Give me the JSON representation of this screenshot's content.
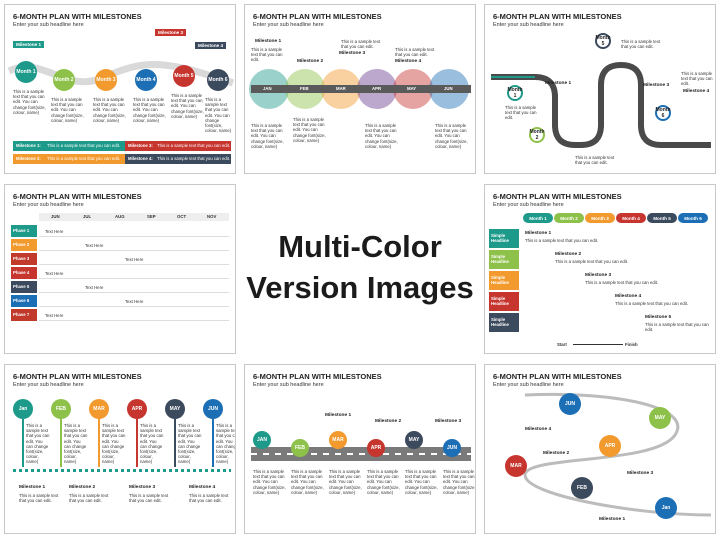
{
  "slide_title": "6-MONTH PLAN WITH MILESTONES",
  "slide_subtitle": "Enter your sub headline here",
  "center_text": [
    "Multi-Color",
    "Version Images"
  ],
  "sample": "This is a sample text that you can edit.",
  "sample_long": "This is a sample text that you can edit. You can change font(size, colour, name)",
  "month_words": [
    "Month 1",
    "Month 2",
    "Month 3",
    "Month 4",
    "Month 5",
    "Month 6"
  ],
  "month_abbr": [
    "JAN",
    "FEB",
    "MAR",
    "APR",
    "MAY",
    "JUN"
  ],
  "month_abbr_title": [
    "Jan",
    "FEB",
    "MAR",
    "APR",
    "MAY",
    "JUN"
  ],
  "months_b": [
    "JUN",
    "JUL",
    "AUG",
    "SEP",
    "OCT",
    "NOV"
  ],
  "milestones": [
    "Milestone 1",
    "Milestone 2",
    "Milestone 3",
    "Milestone 4",
    "Milestone 5"
  ],
  "phases": [
    "Phase 1",
    "Phase 2",
    "Phase 3",
    "Phase 4",
    "Phase 5",
    "Phase 6",
    "Phase 7"
  ],
  "text_here": "Text Here",
  "simple_headline": "Simple Headline",
  "start_label": "Start",
  "finish_label": "Finish",
  "slide1_legend": [
    {
      "label": "Milestone 1:",
      "text": "This is a sample text that you can edit."
    },
    {
      "label": "Milestone 2:",
      "text": "This is a sample text that you can edit."
    },
    {
      "label": "Milestone 3:",
      "text": "This is a sample text that you can edit."
    },
    {
      "label": "Milestone 4:",
      "text": "This is a sample text that you can edit."
    }
  ],
  "colors": {
    "teal": "#1e9a8a",
    "green": "#8dc14a",
    "orange": "#f29a2e",
    "red": "#c6362f",
    "navy": "#3c4a5e",
    "blue": "#1d6fb5",
    "purple": "#6a3d8f",
    "pink": "#c0392b"
  }
}
